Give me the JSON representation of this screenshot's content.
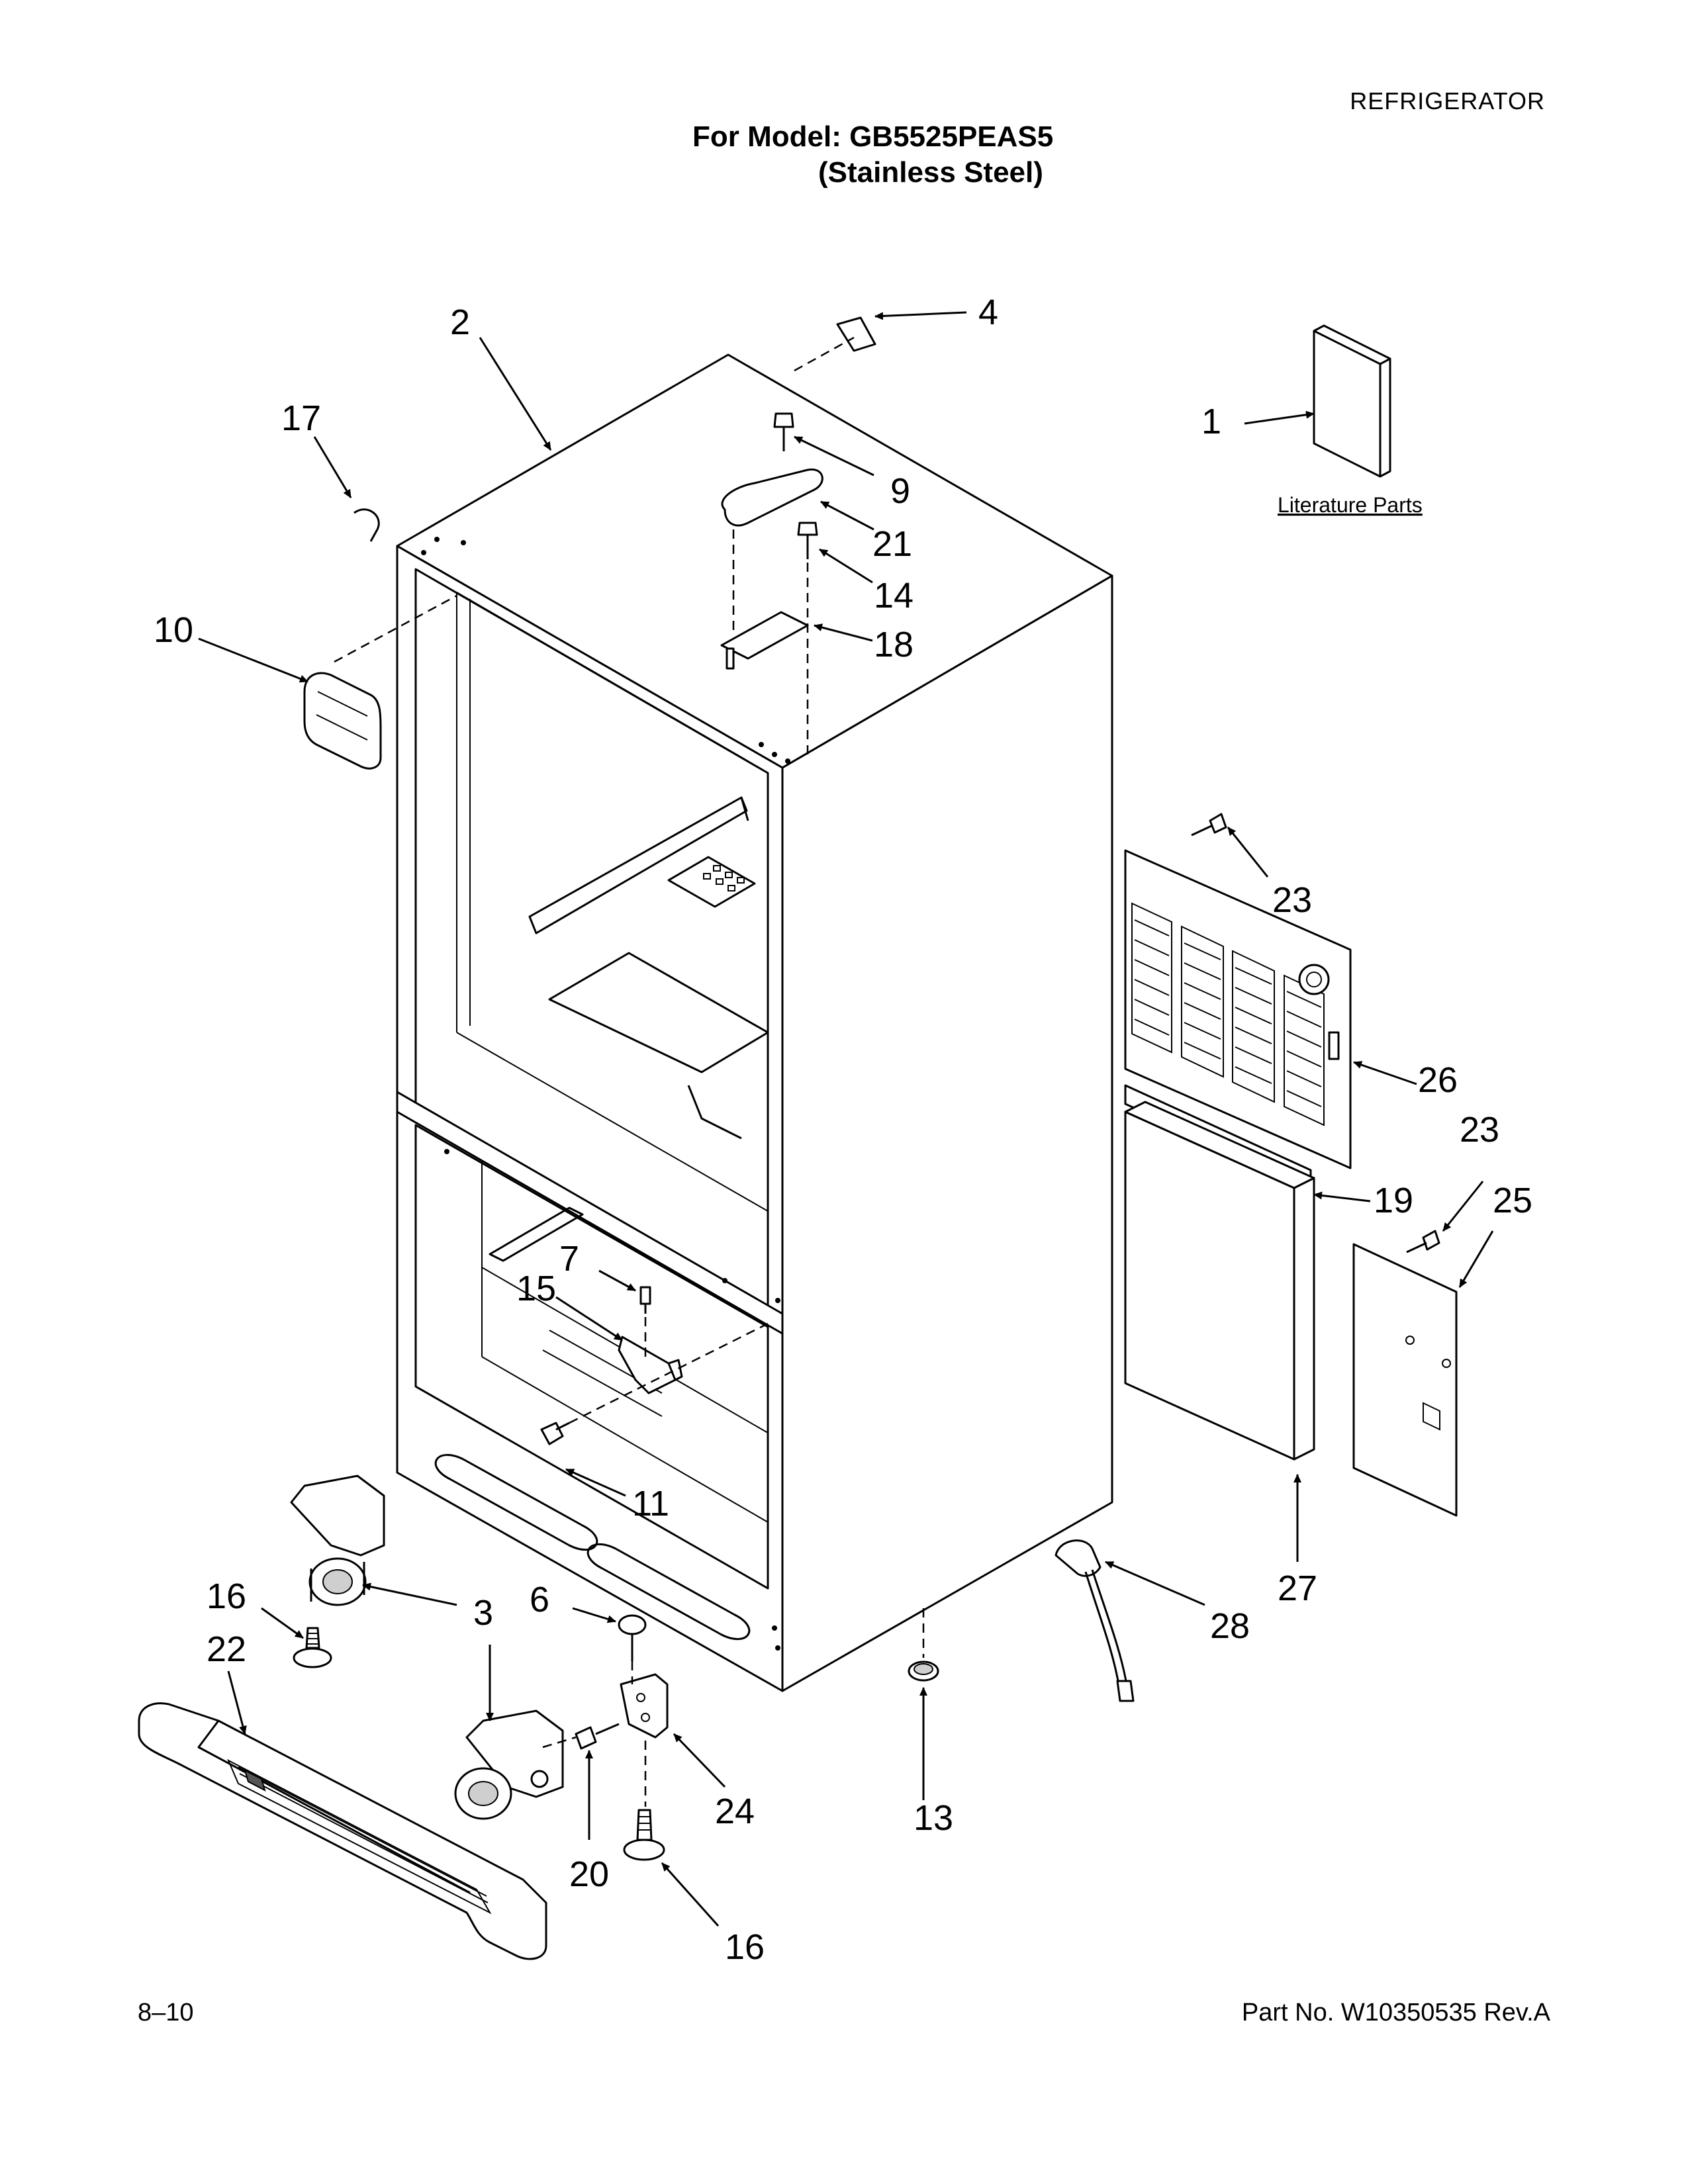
{
  "header": {
    "section": "REFRIGERATOR",
    "model_line": "For Model: GB5525PEAS5",
    "finish_line": "(Stainless Steel)"
  },
  "literature_label": "Literature Parts",
  "callouts": {
    "c1": "1",
    "c2": "2",
    "c3": "3",
    "c4": "4",
    "c6": "6",
    "c7": "7",
    "c9": "9",
    "c10": "10",
    "c11": "11",
    "c13": "13",
    "c14": "14",
    "c15": "15",
    "c16a": "16",
    "c16b": "16",
    "c17": "17",
    "c18": "18",
    "c19": "19",
    "c20": "20",
    "c21": "21",
    "c22": "22",
    "c23a": "23",
    "c23b": "23",
    "c24": "24",
    "c25": "25",
    "c26": "26",
    "c27": "27",
    "c28": "28"
  },
  "footer": {
    "page": "8–10",
    "part_no": "Part No. W10350535 Rev.A"
  }
}
